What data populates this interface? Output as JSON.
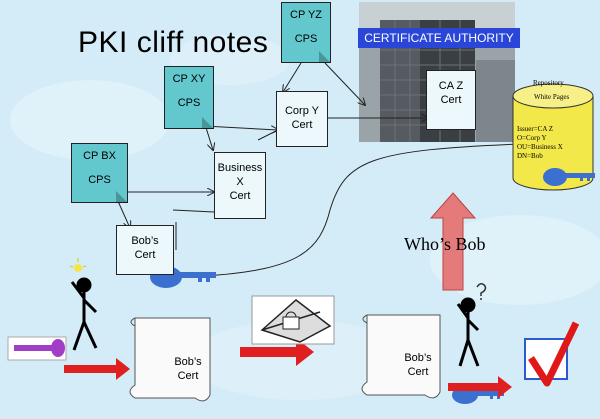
{
  "title": "PKI cliff notes",
  "certificate_authority_label": "CERTIFICATE AUTHORITY",
  "cps_documents": [
    {
      "id": "cp-yz",
      "line1": "CP YZ",
      "line2": "CPS"
    },
    {
      "id": "cp-xy",
      "line1": "CP XY",
      "line2": "CPS"
    },
    {
      "id": "cp-bx",
      "line1": "CP BX",
      "line2": "CPS"
    }
  ],
  "certificates": {
    "ca_z": [
      "CA Z",
      "Cert"
    ],
    "corp_y": [
      "Corp Y",
      "Cert"
    ],
    "business_x": [
      "Business",
      "X",
      "Cert"
    ],
    "bobs": [
      "Bob’s",
      "Cert"
    ]
  },
  "repository": {
    "caption": "Repository",
    "subcaption": "White Pages",
    "entries": [
      "Issuer=CA Z",
      "O=Corp Y",
      "OU=Business X",
      "DN=Bob"
    ]
  },
  "question": "Who’s Bob",
  "scroll_certs": [
    [
      "Bob’s",
      "Cert"
    ],
    [
      "Bob’s",
      "Cert"
    ]
  ],
  "colors": {
    "background": "#d4ecf7",
    "cps_fill": "#62c8cd",
    "cert_fill": "#ecf8fc",
    "ca_label": "#2a46d8",
    "arrow_red": "#e02020",
    "up_arrow": "#e47a7a",
    "key_blue": "#3b6fd0",
    "checkmark": "#e01818",
    "repository_cylinder": "#f2e84a"
  },
  "icons": [
    "building-icon",
    "key-icon",
    "stick-figure-icon",
    "lightbulb-icon",
    "question-mark-icon",
    "scroll-icon",
    "envelope-icon",
    "checkmark-icon",
    "database-icon"
  ]
}
